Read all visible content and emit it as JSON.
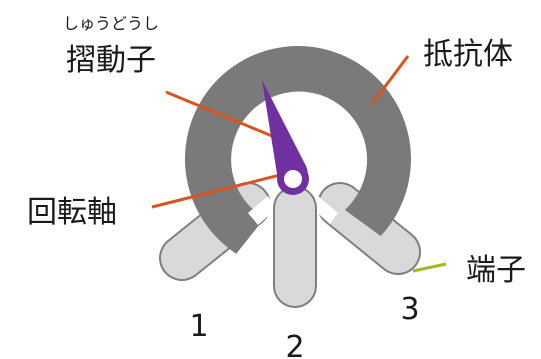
{
  "labels": {
    "ruby": "しゅうどうし",
    "wiper": "摺動子",
    "resistor": "抵抗体",
    "shaft": "回転軸",
    "terminal": "端子",
    "pin1": "1",
    "pin2": "2",
    "pin3": "3"
  },
  "colors": {
    "resistor_track": "#7a7a7a",
    "wiper": "#7030a0",
    "terminal_fill": "#d9d9d9",
    "terminal_stroke": "#7f7f7f",
    "leader_line": "#d9541e",
    "terminal_leader": "#9bbb25"
  }
}
